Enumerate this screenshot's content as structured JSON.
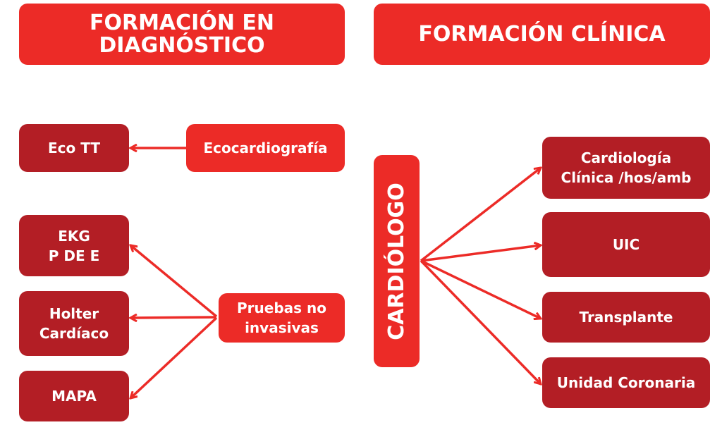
{
  "colors": {
    "bright": "#ec2b27",
    "dark": "#b31e25"
  },
  "headers": {
    "diagnostico": "FORMACIÓN EN\nDIAGNÓSTICO",
    "clinica": "FORMACIÓN CLÍNICA"
  },
  "diagnostico": {
    "ecocardiografia": "Ecocardiografía",
    "eco_tt": "Eco TT",
    "pruebas": "Pruebas no\ninvasivas",
    "ekg": "EKG\nP DE E",
    "holter": "Holter\nCardíaco",
    "mapa": "MAPA"
  },
  "clinica": {
    "center": "CARDIÓLOGO",
    "items": [
      "Cardiología\nClínica /hos/amb",
      "UIC",
      "Transplante",
      "Unidad Coronaria"
    ]
  }
}
